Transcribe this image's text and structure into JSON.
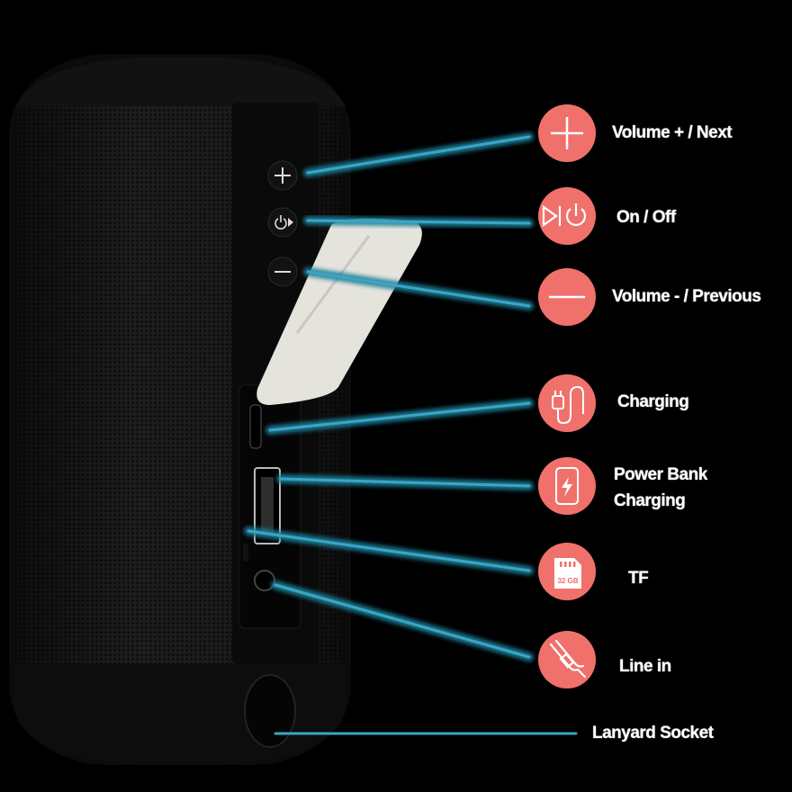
{
  "colors": {
    "background": "#000000",
    "accent_circle": "#f0716c",
    "leader_line": "#1f7f9a",
    "label_text": "#ffffff"
  },
  "features": [
    {
      "icon": "plus-icon",
      "label": "Volume + / Next"
    },
    {
      "icon": "play-power-icon",
      "label": "On / Off"
    },
    {
      "icon": "minus-icon",
      "label": "Volume - / Previous"
    },
    {
      "icon": "charging-cable-icon",
      "label": "Charging"
    },
    {
      "icon": "phone-charge-icon",
      "label_line1": "Power Bank",
      "label_line2": "Charging"
    },
    {
      "icon": "sd-card-icon",
      "label": "TF",
      "card_text": "32 GB"
    },
    {
      "icon": "aux-cable-icon",
      "label": "Line in"
    },
    {
      "label": "Lanyard Socket"
    }
  ]
}
